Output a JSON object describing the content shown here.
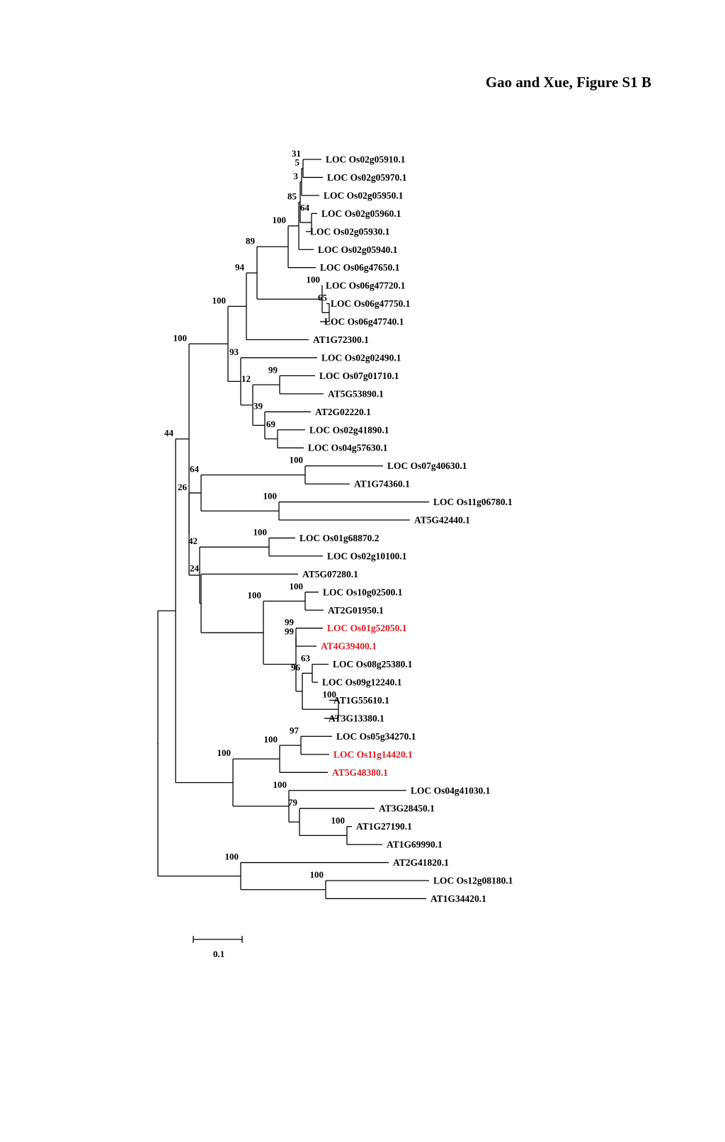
{
  "heading": "Gao and Xue, Figure S1 B",
  "highlight_color": "#e0191e",
  "line_color": "#000000",
  "scale_bar": {
    "label": "0.1"
  },
  "leaves": [
    {
      "id": "L1",
      "label": "LOC Os02g05910.1"
    },
    {
      "id": "L2",
      "label": "LOC Os02g05970.1"
    },
    {
      "id": "L3",
      "label": "LOC Os02g05950.1"
    },
    {
      "id": "L4",
      "label": "LOC Os02g05960.1"
    },
    {
      "id": "L5",
      "label": "LOC Os02g05930.1"
    },
    {
      "id": "L6",
      "label": "LOC Os02g05940.1"
    },
    {
      "id": "L7",
      "label": "LOC Os06g47650.1"
    },
    {
      "id": "L8",
      "label": "LOC Os06g47720.1"
    },
    {
      "id": "L9",
      "label": "LOC Os06g47750.1"
    },
    {
      "id": "L10",
      "label": "LOC Os06g47740.1"
    },
    {
      "id": "L11",
      "label": "AT1G72300.1"
    },
    {
      "id": "L12",
      "label": "LOC Os02g02490.1"
    },
    {
      "id": "L13",
      "label": "LOC Os07g01710.1"
    },
    {
      "id": "L14",
      "label": "AT5G53890.1"
    },
    {
      "id": "L15",
      "label": "AT2G02220.1"
    },
    {
      "id": "L16",
      "label": "LOC Os02g41890.1"
    },
    {
      "id": "L17",
      "label": "LOC Os04g57630.1"
    },
    {
      "id": "L18",
      "label": "LOC Os07g40630.1"
    },
    {
      "id": "L19",
      "label": "AT1G74360.1"
    },
    {
      "id": "L20",
      "label": "LOC Os11g06780.1"
    },
    {
      "id": "L21",
      "label": "AT5G42440.1"
    },
    {
      "id": "L22",
      "label": "LOC Os01g68870.2"
    },
    {
      "id": "L23",
      "label": "LOC Os02g10100.1"
    },
    {
      "id": "L24",
      "label": "AT5G07280.1"
    },
    {
      "id": "L25",
      "label": "LOC Os10g02500.1"
    },
    {
      "id": "L26",
      "label": "AT2G01950.1"
    },
    {
      "id": "L27",
      "label": "LOC Os01g52050.1",
      "highlight": true
    },
    {
      "id": "L28",
      "label": "AT4G39400.1",
      "highlight": true
    },
    {
      "id": "L29",
      "label": "LOC Os08g25380.1"
    },
    {
      "id": "L30",
      "label": "LOC Os09g12240.1"
    },
    {
      "id": "L31",
      "label": "AT1G55610.1"
    },
    {
      "id": "L32",
      "label": "AT3G13380.1"
    },
    {
      "id": "L33",
      "label": "LOC Os05g34270.1"
    },
    {
      "id": "L34",
      "label": "LOC Os11g14420.1",
      "highlight": true
    },
    {
      "id": "L35",
      "label": "AT5G48380.1",
      "highlight": true
    },
    {
      "id": "L36",
      "label": "LOC Os04g41030.1"
    },
    {
      "id": "L37",
      "label": "AT3G28450.1"
    },
    {
      "id": "L38",
      "label": "AT1G27190.1"
    },
    {
      "id": "L39",
      "label": "AT1G69990.1"
    },
    {
      "id": "L40",
      "label": "AT2G41820.1"
    },
    {
      "id": "L41",
      "label": "LOC Os12g08180.1"
    },
    {
      "id": "L42",
      "label": "AT1G34420.1"
    }
  ],
  "clades": [
    {
      "id": "A",
      "children": [
        "L1",
        "L2"
      ],
      "support": "31"
    },
    {
      "id": "B",
      "children": [
        "A",
        "L3"
      ],
      "support": "5"
    },
    {
      "id": "C",
      "children": [
        "L4",
        "L5"
      ],
      "support": "64"
    },
    {
      "id": "D",
      "children": [
        "B",
        "C"
      ],
      "support": "3"
    },
    {
      "id": "E",
      "children": [
        "D",
        "L6"
      ],
      "support": "85"
    },
    {
      "id": "F",
      "children": [
        "E",
        "L7"
      ],
      "support": "100"
    },
    {
      "id": "G1",
      "children": [
        "L9",
        "L10"
      ],
      "support": "65"
    },
    {
      "id": "G",
      "children": [
        "L8",
        "G1"
      ],
      "support": "100"
    },
    {
      "id": "H",
      "children": [
        "F",
        "G"
      ],
      "support": "89"
    },
    {
      "id": "I",
      "children": [
        "H",
        "L11"
      ],
      "support": "94"
    },
    {
      "id": "J1",
      "children": [
        "L13",
        "L14"
      ],
      "support": "99"
    },
    {
      "id": "J2",
      "children": [
        "L16",
        "L17"
      ],
      "support": "69"
    },
    {
      "id": "J3",
      "children": [
        "L15",
        "J2"
      ],
      "support": "39"
    },
    {
      "id": "J4",
      "children": [
        "J1",
        "J3"
      ],
      "support": "12"
    },
    {
      "id": "J",
      "children": [
        "L12",
        "J4"
      ],
      "support": "93"
    },
    {
      "id": "K",
      "children": [
        "I",
        "J"
      ],
      "support": "100"
    },
    {
      "id": "M1",
      "children": [
        "L18",
        "L19"
      ],
      "support": "100"
    },
    {
      "id": "M2",
      "children": [
        "L20",
        "L21"
      ],
      "support": "100"
    },
    {
      "id": "M",
      "children": [
        "M1",
        "M2"
      ],
      "support": "64"
    },
    {
      "id": "N1",
      "children": [
        "L22",
        "L23"
      ],
      "support": "100"
    },
    {
      "id": "N2",
      "children": [
        "L25",
        "L26"
      ],
      "support": "100"
    },
    {
      "id": "N3",
      "children": [
        "L27",
        "L28"
      ],
      "support": "99"
    },
    {
      "id": "N4",
      "children": [
        "L29",
        "L30"
      ],
      "support": "63"
    },
    {
      "id": "N5",
      "children": [
        "L31",
        "L32"
      ],
      "support": "100"
    },
    {
      "id": "N6",
      "children": [
        "N4",
        "N5"
      ],
      "support": "96"
    },
    {
      "id": "N7",
      "children": [
        "N3",
        "N6"
      ],
      "support": "99"
    },
    {
      "id": "N8",
      "children": [
        "N2",
        "N7"
      ],
      "support": "100"
    },
    {
      "id": "N9",
      "children": [
        "L24",
        "N8"
      ],
      "support": "24"
    },
    {
      "id": "N",
      "children": [
        "N1",
        "N9"
      ],
      "support": "42"
    },
    {
      "id": "P",
      "children": [
        "M",
        "N"
      ],
      "support": "26"
    },
    {
      "id": "Q",
      "children": [
        "K",
        "P"
      ],
      "support": "100"
    },
    {
      "id": "R1",
      "children": [
        "L33",
        "L34"
      ],
      "support": "97"
    },
    {
      "id": "R2",
      "children": [
        "R1",
        "L35"
      ],
      "support": "100"
    },
    {
      "id": "R3",
      "children": [
        "L38",
        "L39"
      ],
      "support": "100"
    },
    {
      "id": "R4",
      "children": [
        "L37",
        "R3"
      ],
      "support": "79"
    },
    {
      "id": "R5",
      "children": [
        "L36",
        "R4"
      ],
      "support": "100"
    },
    {
      "id": "R",
      "children": [
        "R2",
        "R5"
      ],
      "support": "100"
    },
    {
      "id": "S",
      "children": [
        "Q",
        "R"
      ],
      "support": "44"
    },
    {
      "id": "T1",
      "children": [
        "L41",
        "L42"
      ],
      "support": "100"
    },
    {
      "id": "T",
      "children": [
        "L40",
        "T1"
      ],
      "support": "100"
    },
    {
      "id": "ROOT",
      "children": [
        "S",
        "T"
      ]
    }
  ]
}
